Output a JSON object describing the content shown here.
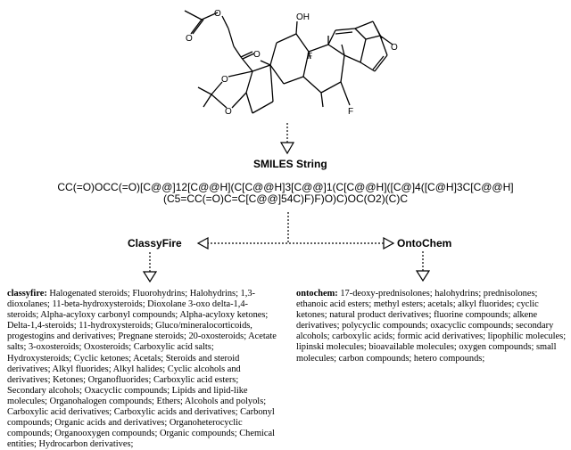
{
  "molecule": {
    "atom_labels": {
      "hydroxyl": "OH",
      "fluorine_9": "F",
      "fluorine_6": "F",
      "ketone_3": "O",
      "acetyl_o1": "O",
      "acetyl_o2": "O",
      "ester_o": "O",
      "c20_o": "O",
      "acetonide_o1": "O",
      "acetonide_o2": "O"
    }
  },
  "smiles": {
    "heading": "SMILES String",
    "line1": "CC(=O)OCC(=O)[C@@]12[C@@H](C[C@@H]3[C@@]1(C[C@@H]([C@]4([C@H]3C[C@@H]",
    "line2": "(C5=CC(=O)C=C[C@@]54C)F)F)O)C)OC(O2)(C)C"
  },
  "classyfire": {
    "heading": "ClassyFire",
    "lead": "classyfire:",
    "text": " Halogenated steroids; Fluorohydrins; Halohydrins; 1,3-dioxolanes; 11-beta-hydroxysteroids; Dioxolane 3-oxo delta-1,4-steroids; Alpha-acyloxy carbonyl compounds; Alpha-acyloxy ketones; Delta-1,4-steroids; 11-hydroxysteroids; Gluco/mineralocorticoids, progestogins and derivatives; Pregnane steroids; 20-oxosteroids; Acetate salts; 3-oxosteroids; Oxosteroids; Carboxylic acid salts; Hydroxysteroids; Cyclic ketones; Acetals; Steroids and steroid derivatives; Alkyl fluorides; Alkyl halides; Cyclic alcohols and derivatives; Ketones; Organofluorides; Carboxylic acid esters; Secondary alcohols; Oxacyclic compounds; Lipids and lipid-like molecules; Organohalogen compounds; Ethers; Alcohols and polyols; Carboxylic acid derivatives; Carboxylic acids and derivatives; Carbonyl compounds; Organic acids and derivatives; Organoheterocyclic compounds; Organooxygen compounds; Organic compounds; Chemical entities; Hydrocarbon derivatives;"
  },
  "ontochem": {
    "heading": "OntoChem",
    "lead": "ontochem:",
    "text": " 17-deoxy-prednisolones; halohydrins; prednisolones; ethanoic acid esters; methyl esters; acetals; alkyl fluorides; cyclic ketones; natural product derivatives; fluorine compounds; alkene derivatives; polycyclic compounds; oxacyclic compounds; secondary alcohols; carboxylic acids; formic acid derivatives; lipophilic molecules; lipinski molecules; bioavailable molecules; oxygen compounds; small molecules; carbon compounds; hetero compounds;"
  }
}
